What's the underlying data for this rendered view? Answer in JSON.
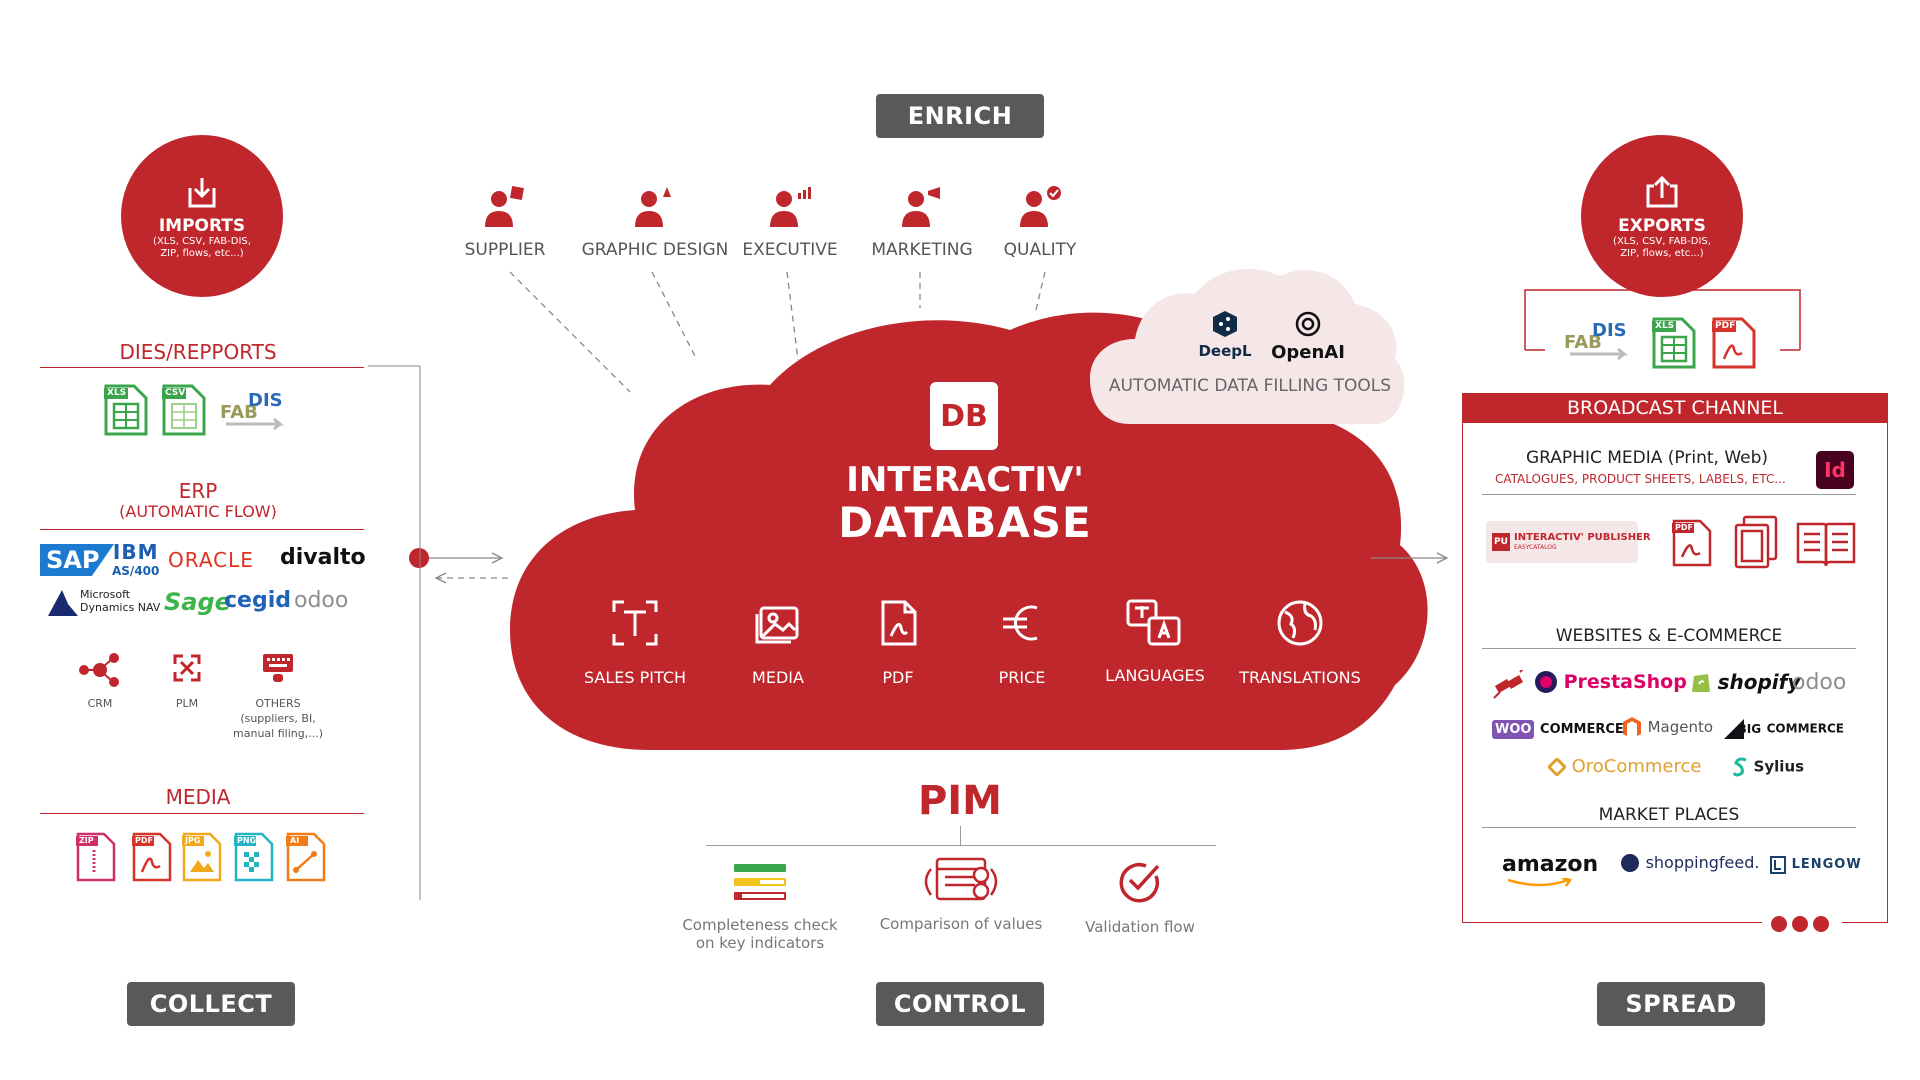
{
  "phases": {
    "enrich": "ENRICH",
    "collect": "COLLECT",
    "control": "CONTROL",
    "spread": "SPREAD"
  },
  "imports": {
    "title": "IMPORTS",
    "sub1": "(XLS, CSV, FAB-DIS,",
    "sub2": "ZIP, flows, etc...)"
  },
  "exports": {
    "title": "EXPORTS",
    "sub1": "(XLS, CSV, FAB-DIS,",
    "sub2": "ZIP, flows, etc...)"
  },
  "roles": [
    "SUPPLIER",
    "GRAPHIC DESIGN",
    "EXECUTIVE",
    "MARKETING",
    "QUALITY"
  ],
  "collect": {
    "dies_title": "DIES/REPPORTS",
    "dies_files": [
      "XLS",
      "CSV"
    ],
    "fabdis": {
      "fab": "FAB",
      "dis": "DIS"
    },
    "erp_title": "ERP",
    "erp_sub": "(AUTOMATIC FLOW)",
    "erp_logos": [
      "SAP",
      "IBM",
      "AS/400",
      "ORACLE",
      "divalto",
      "Microsoft",
      "Dynamics NAV",
      "Sage",
      "cegid",
      "odoo"
    ],
    "tools": [
      {
        "label": "CRM"
      },
      {
        "label": "PLM"
      },
      {
        "label": "OTHERS",
        "sub1": "(suppliers, BI,",
        "sub2": "manual filing,...)"
      }
    ],
    "media_title": "MEDIA",
    "media_files": [
      "ZIP",
      "PDF",
      "JPG",
      "PNG",
      "AI"
    ]
  },
  "cloud": {
    "db_badge": "DB",
    "title1": "INTERACTIV'",
    "title2": "DATABASE",
    "features": [
      "SALES PITCH",
      "MEDIA",
      "PDF",
      "PRICE",
      "LANGUAGES",
      "TRANSLATIONS"
    ]
  },
  "ai_cloud": {
    "deepl": "DeepL",
    "openai": "OpenAI",
    "label": "AUTOMATIC DATA FILLING TOOLS"
  },
  "pim": {
    "title": "PIM",
    "items": [
      {
        "line1": "Completeness check",
        "line2": "on key indicators"
      },
      {
        "line1": "Comparison of values",
        "line2": ""
      },
      {
        "line1": "Validation flow",
        "line2": ""
      }
    ]
  },
  "export_files": {
    "fab": "FAB",
    "dis": "DIS",
    "xls": "XLS",
    "pdf": "PDF"
  },
  "broadcast": {
    "header": "BROADCAST CHANNEL",
    "graphic_title": "GRAPHIC MEDIA (Print, Web)",
    "graphic_sub": "CATALOGUES, PRODUCT SHEETS, LABELS, ETC...",
    "indesign": "Id",
    "publisher_badge": "PU",
    "publisher_name": "INTERACTIV' PUBLISHER",
    "publisher_sub": "EASYCATALOG",
    "pdf_tag": "PDF",
    "web_title": "WEBSITES & E-COMMERCE",
    "web_logos": [
      "PrestaShop",
      "shopify",
      "odoo",
      "WOO",
      "COMMERCE",
      "Magento",
      "BIG",
      "COMMERCE",
      "OroCommerce",
      "Sylius"
    ],
    "market_title": "MARKET PLACES",
    "market_logos": [
      "amazon",
      "shoppingfeed.",
      "LENGOW"
    ]
  },
  "colors": {
    "brand_red": "#c0272d",
    "pill_gray": "#58595b",
    "ai_cloud": "#f5e6e7"
  }
}
